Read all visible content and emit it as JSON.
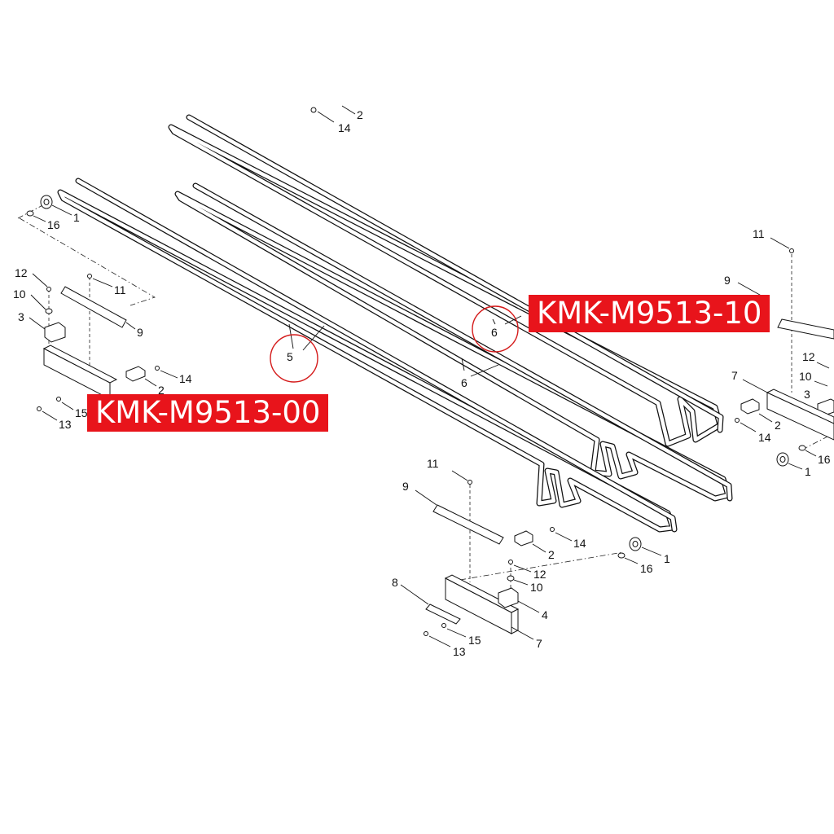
{
  "accent_color": "#e8141b",
  "circle_color": "#d41a1a",
  "callouts": [
    {
      "text": "KMK-M9513-00"
    },
    {
      "text": "KMK-M9513-10"
    }
  ],
  "highlighted_parts": [
    "5",
    "6"
  ],
  "part_labels": {
    "top": [
      "2",
      "14"
    ],
    "left_group": [
      "1",
      "16",
      "12",
      "10",
      "3",
      "11",
      "9",
      "14",
      "2",
      "15",
      "13"
    ],
    "belts": [
      "5",
      "6",
      "6"
    ],
    "center_group": [
      "11",
      "9",
      "14",
      "2",
      "1",
      "16",
      "12",
      "10",
      "8",
      "4",
      "15",
      "13",
      "7"
    ],
    "right_group": [
      "11",
      "9",
      "12",
      "10",
      "3",
      "7",
      "2",
      "14",
      "16",
      "1"
    ]
  }
}
